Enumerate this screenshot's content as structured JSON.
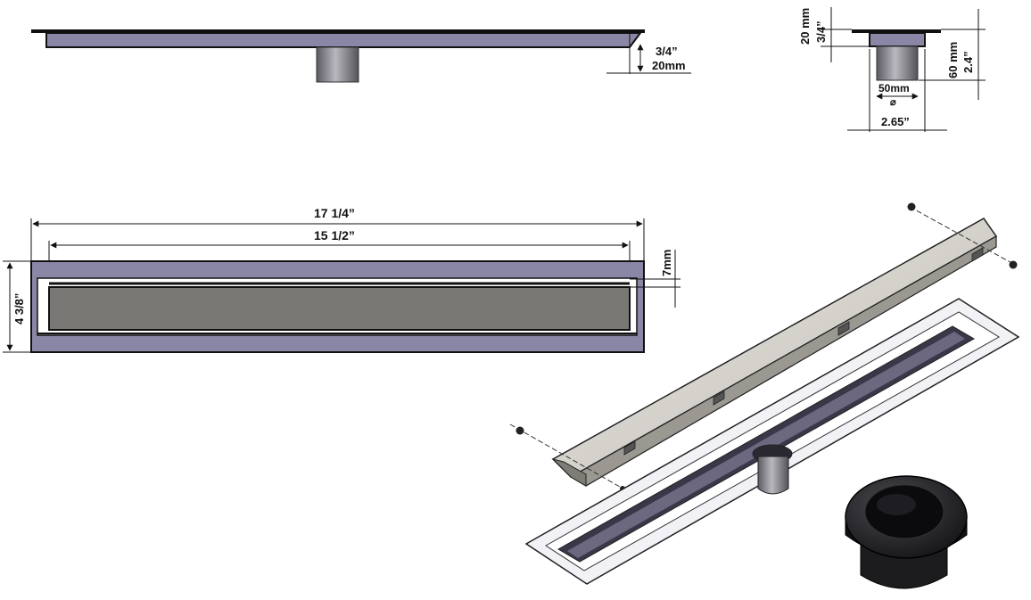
{
  "side_view": {
    "dim_height_in": "3/4”",
    "dim_height_mm": "20mm"
  },
  "end_view": {
    "dim_flange_mm": "20 mm",
    "dim_flange_in": "3/4”",
    "dim_total_mm": "60 mm",
    "dim_total_in": "2.4”",
    "dim_outlet": "50mm",
    "dim_outlet_symbol": "⌀",
    "dim_width": "2.65”"
  },
  "top_view": {
    "dim_overall_length": "17 1/4”",
    "dim_grate_length": "15 1/2”",
    "dim_gap": "7mm",
    "dim_width": "4 3/8”"
  },
  "colors": {
    "channel_fill": "#8a87a6",
    "grate_fill": "#7a7874",
    "outline": "#111111",
    "cover_fill": "#d9d6d1",
    "adapter_fill": "#1c1c1e"
  }
}
